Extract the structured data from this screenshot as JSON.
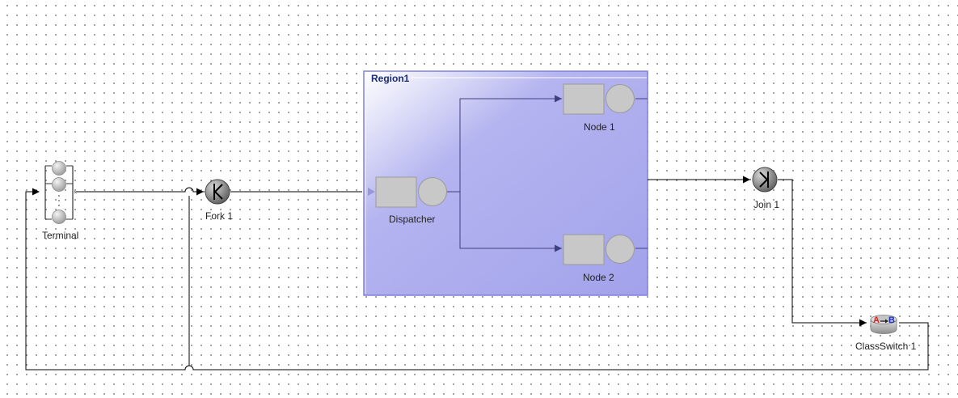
{
  "region": {
    "title": "Region1"
  },
  "nodes": {
    "terminal": "Terminal",
    "fork": "Fork 1",
    "dispatcher": "Dispatcher",
    "node1": "Node 1",
    "node2": "Node 2",
    "join": "Join 1",
    "classswitch": "ClassSwitch 1",
    "classswitch_a": "A",
    "classswitch_b": "B"
  },
  "colors": {
    "region_fill": "#a6a6ee",
    "region_border": "#8080d8",
    "station_gray": "#c8c8c8",
    "link_line": "#000000",
    "region_link": "#404080"
  }
}
